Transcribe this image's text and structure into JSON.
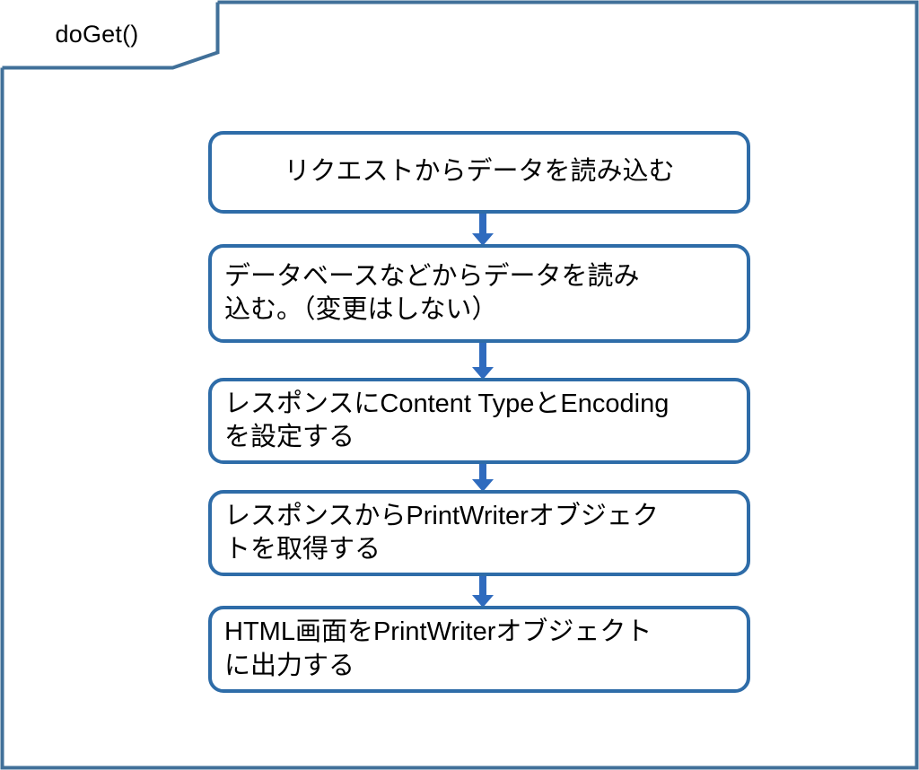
{
  "diagram": {
    "type": "flowchart",
    "orientation": "vertical",
    "tab": {
      "label": "doGet()"
    },
    "colors": {
      "frame_border": "#417099",
      "box_border": "#2E6CA8",
      "box_fill": "#FFFFFF",
      "arrow": "#2F6BBE",
      "text": "#000000",
      "background": "#FFFFFF"
    },
    "nodes": [
      {
        "id": "node-1",
        "name": "read-data-from-request",
        "text": "リクエストからデータを読み込む",
        "align": "center"
      },
      {
        "id": "node-2",
        "name": "read-data-from-database",
        "text": "データベースなどからデータを読み\n込む。（変更はしない）",
        "align": "left"
      },
      {
        "id": "node-3",
        "name": "set-content-type-and-encoding",
        "text": "レスポンスにContent TypeとEncoding\nを設定する",
        "align": "left"
      },
      {
        "id": "node-4",
        "name": "get-printwriter-object",
        "text": "レスポンスからPrintWriterオブジェク\nトを取得する",
        "align": "left"
      },
      {
        "id": "node-5",
        "name": "output-html-to-printwriter",
        "text": "HTML画面をPrintWriterオブジェクト\nに出力する",
        "align": "left"
      }
    ],
    "edges": [
      {
        "id": "edge-1",
        "from": "node-1",
        "to": "node-2",
        "style": "arrow-down"
      },
      {
        "id": "edge-2",
        "from": "node-2",
        "to": "node-3",
        "style": "arrow-down"
      },
      {
        "id": "edge-3",
        "from": "node-3",
        "to": "node-4",
        "style": "arrow-down"
      },
      {
        "id": "edge-4",
        "from": "node-4",
        "to": "node-5",
        "style": "arrow-down"
      }
    ]
  }
}
